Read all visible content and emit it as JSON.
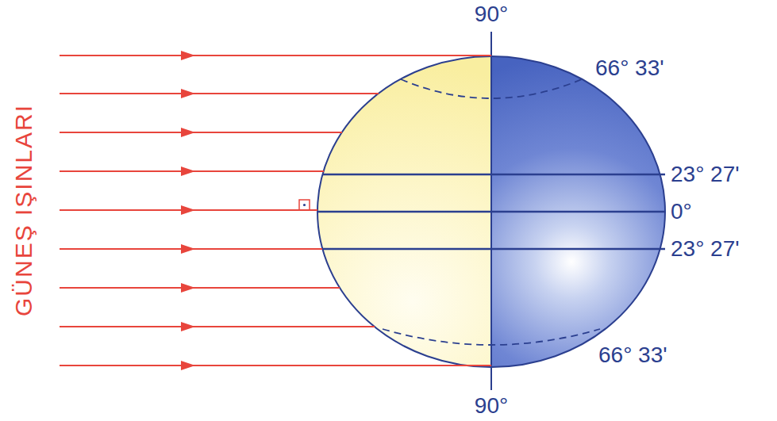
{
  "diagram": {
    "labels": [
      "GÜNEŞ IŞINLARI",
      "90°",
      "66° 33'",
      "23° 27'",
      "0°",
      "23° 27'",
      "66° 33'",
      "90°"
    ]
  }
}
